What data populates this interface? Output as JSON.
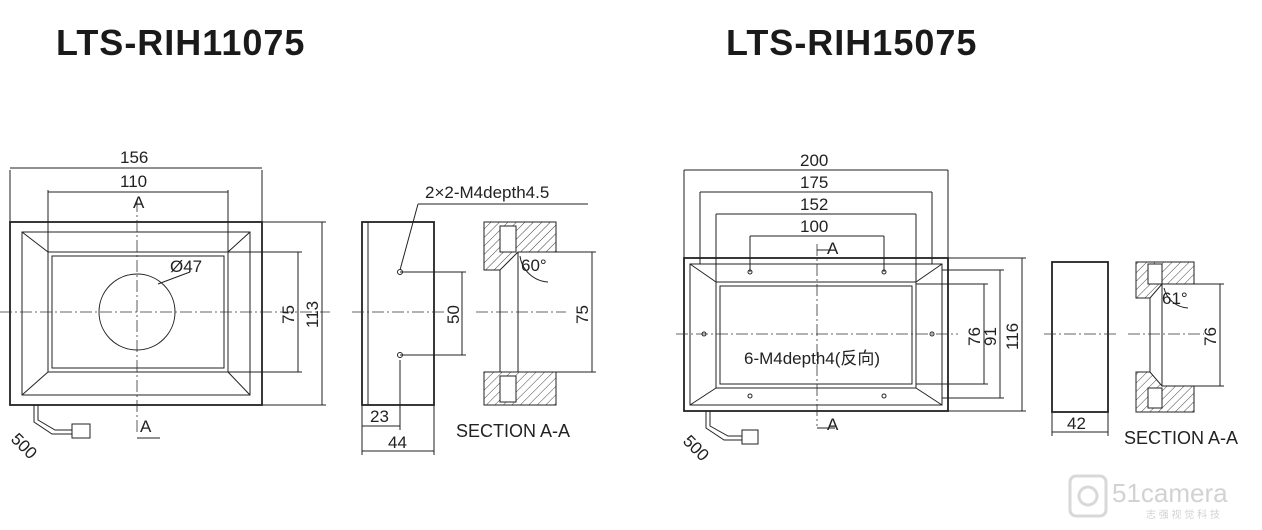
{
  "titles": {
    "left": "LTS-RIH11075",
    "right": "LTS-RIH15075"
  },
  "left": {
    "dims": {
      "width_outer": "156",
      "width_inner": "110",
      "height_outer": "113",
      "height_inner": "75",
      "hole": "Ø47",
      "cable": "500",
      "side_height": "50",
      "side_offset": "23",
      "side_depth": "44",
      "section_height": "75",
      "angle": "60°"
    },
    "section_label": "A",
    "section_title": "SECTION A-A",
    "note": "2×2-M4depth4.5"
  },
  "right": {
    "dims": {
      "w200": "200",
      "w175": "175",
      "w152": "152",
      "w100": "100",
      "h76": "76",
      "h91": "91",
      "h116": "116",
      "cable": "500",
      "side_depth": "42",
      "section_height": "76",
      "angle": "61°"
    },
    "section_label": "A",
    "section_title": "SECTION A-A",
    "note": "6-M4depth4(反向)"
  },
  "watermark": {
    "brand": "51camera",
    "sub": "志 强 视 觉 科 技"
  }
}
